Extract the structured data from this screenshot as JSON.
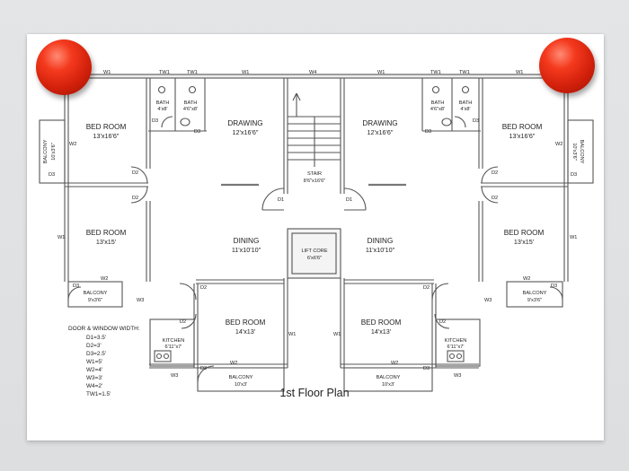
{
  "title": "1st Floor Plan",
  "legend": {
    "heading": "DOOR & WINDOW WIDTH:",
    "items": [
      "D1=3.5'",
      "D2=3'",
      "D3=2.5'",
      "W1=5'",
      "W2=4'",
      "W3=3'",
      "W4=2'",
      "TW1=1.5'"
    ]
  },
  "rooms": {
    "bed_room_1": {
      "name": "BED ROOM",
      "dim": "13'x16'6\""
    },
    "bed_room_2": {
      "name": "BED ROOM",
      "dim": "13'x15'"
    },
    "bed_room_3": {
      "name": "BED ROOM",
      "dim": "14'x13'"
    },
    "bed_room_4": {
      "name": "BED ROOM",
      "dim": "14'x13'"
    },
    "bed_room_5": {
      "name": "BED ROOM",
      "dim": "13'x15'"
    },
    "bed_room_6": {
      "name": "BED ROOM",
      "dim": "13'x16'6\""
    },
    "drawing_left": {
      "name": "DRAWING",
      "dim": "12'x16'6\""
    },
    "drawing_right": {
      "name": "DRAWING",
      "dim": "12'x16'6\""
    },
    "dining_left": {
      "name": "DINING",
      "dim": "11'x10'10\""
    },
    "dining_right": {
      "name": "DINING",
      "dim": "11'x10'10\""
    },
    "stair": {
      "name": "STAIR",
      "dim": "8'6\"x16'6\""
    },
    "lift": {
      "name": "LIFT CORE",
      "dim": "6'x6'6\""
    },
    "bath_1": {
      "name": "BATH",
      "dim": "4'x8'"
    },
    "bath_2": {
      "name": "BATH",
      "dim": "4'6\"x8'"
    },
    "bath_3": {
      "name": "BATH",
      "dim": "4'6\"x8'"
    },
    "bath_4": {
      "name": "BATH",
      "dim": "4'x8'"
    },
    "kitchen_left": {
      "name": "KITCHEN",
      "dim": "6'11\"x7'"
    },
    "kitchen_right": {
      "name": "KITCHEN",
      "dim": "6'11\"x7'"
    },
    "balcony_left_side": {
      "name": "BALCONY",
      "dim": "10'x3'6\""
    },
    "balcony_right_side": {
      "name": "BALCONY",
      "dim": "10'x3'6\""
    },
    "balcony_left_mid": {
      "name": "BALCONY",
      "dim": "9'x3'6\""
    },
    "balcony_right_mid": {
      "name": "BALCONY",
      "dim": "9'x3'6\""
    },
    "balcony_bottom_left": {
      "name": "BALCONY",
      "dim": "10'x3'"
    },
    "balcony_bottom_right": {
      "name": "BALCONY",
      "dim": "10'x3'"
    }
  },
  "tags": {
    "w1": "W1",
    "w2": "W2",
    "w3": "W3",
    "w4": "W4",
    "tw1": "TW1",
    "d1": "D1",
    "d2": "D2",
    "d3": "D3"
  },
  "colors": {
    "pin": "#d2200b",
    "sheet": "#ffffff",
    "background": "#dedfe1",
    "wall": "#555555"
  }
}
